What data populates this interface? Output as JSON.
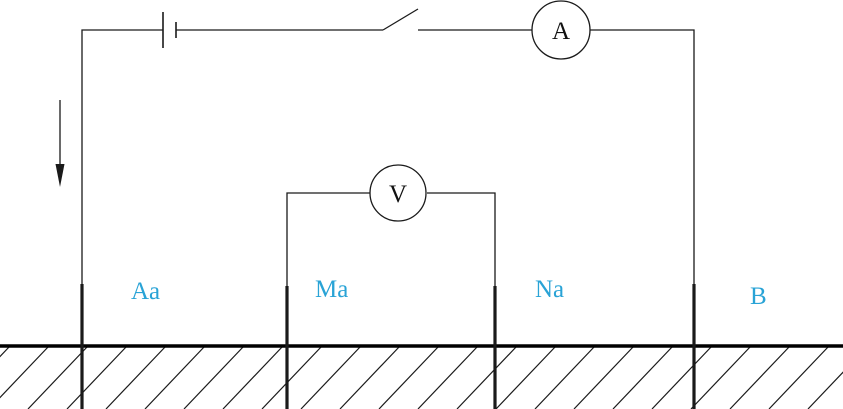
{
  "ammeter": {
    "symbol": "A"
  },
  "voltmeter": {
    "symbol": "V"
  },
  "electrodes": [
    {
      "id": "A",
      "label": "Aa"
    },
    {
      "id": "M",
      "label": "Ma"
    },
    {
      "id": "N",
      "label": "Na"
    },
    {
      "id": "B",
      "label": "B"
    }
  ],
  "colors": {
    "label": "#29a3d6",
    "line": "#1a1a1a"
  },
  "icons": {
    "battery": "battery-icon",
    "switch": "open-switch-icon",
    "current_direction": "down-arrow-icon",
    "ground": "ground-hatching"
  }
}
